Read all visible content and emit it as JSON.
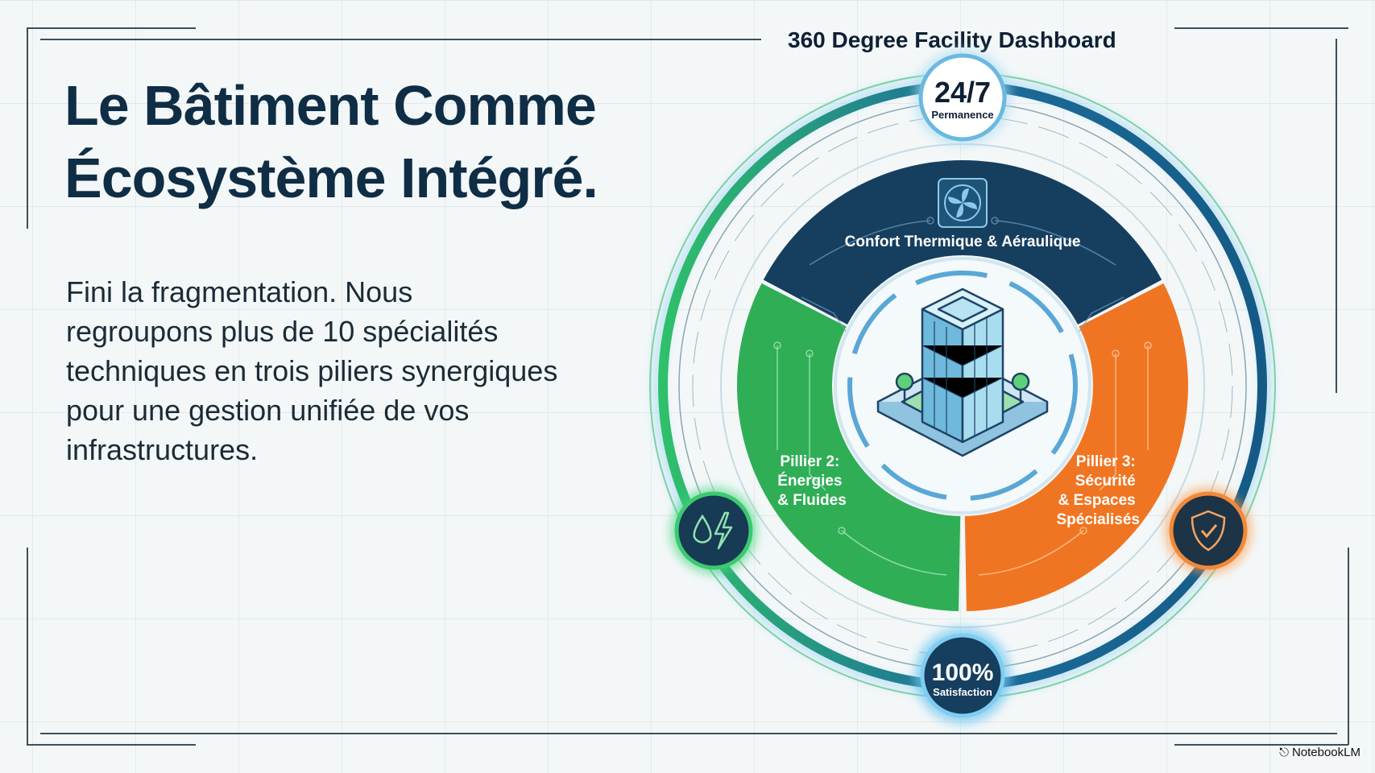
{
  "headline": {
    "line1": "Le Bâtiment Comme",
    "line2": "Écosystème Intégré."
  },
  "body": "Fini la fragmentation. Nous regroupons plus de 10 spécialités techniques en trois piliers synergiques pour une gestion unifiée de vos infrastructures.",
  "dashboard": {
    "title": "360 Degree Facility Dashboard",
    "top_badge": {
      "value": "24/7",
      "label": "Permanence"
    },
    "bottom_badge": {
      "value": "100%",
      "label": "Satisfaction"
    },
    "pillar1": {
      "label": "Confort Thermique & Aéraulique",
      "icon": "fan-icon",
      "color": "#163e5f"
    },
    "pillar2": {
      "lines": [
        "Pillier 2:",
        "Énergies",
        "& Fluides"
      ],
      "icon": "water-energy-icon",
      "color": "#2fae55"
    },
    "pillar3": {
      "lines": [
        "Pillier 3:",
        "Sécurité",
        "& Espaces",
        "Spécialisés"
      ],
      "icon": "shield-check-icon",
      "color": "#f07522"
    }
  },
  "brand": "NotebookLM"
}
